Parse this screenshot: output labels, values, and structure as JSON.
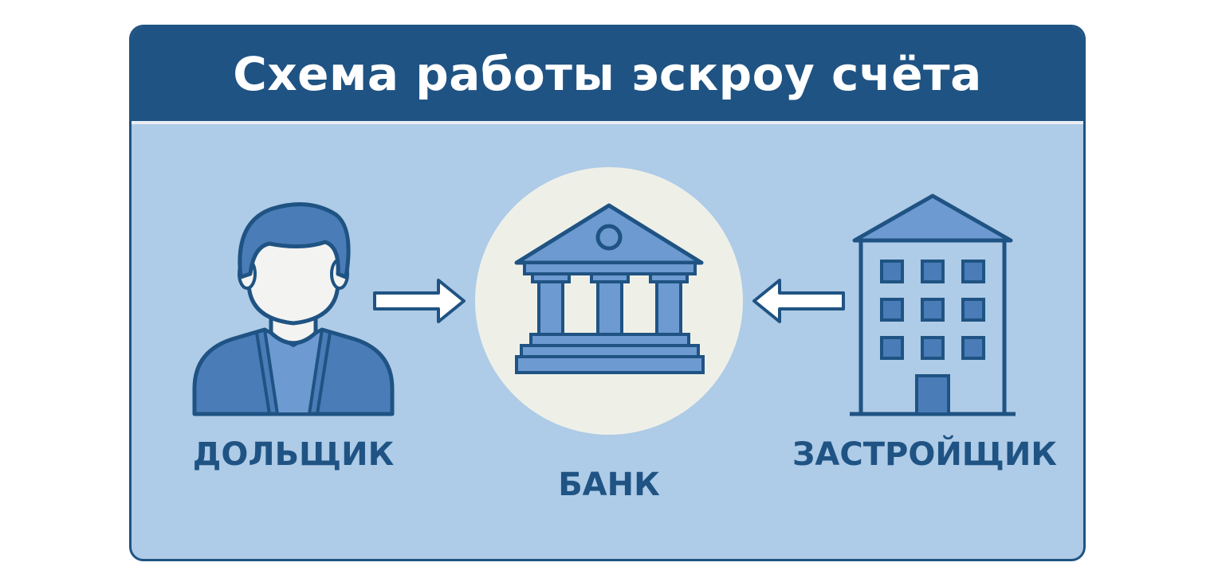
{
  "diagram": {
    "title": "Схема работы эскроу счёта",
    "nodes": [
      {
        "id": "shareholder",
        "label": "ДОЛЬЩИК",
        "icon": "person-icon"
      },
      {
        "id": "bank",
        "label": "БАНК",
        "icon": "bank-icon"
      },
      {
        "id": "developer",
        "label": "ЗАСТРОЙЩИК",
        "icon": "building-icon"
      }
    ],
    "edges": [
      {
        "from": "shareholder",
        "to": "bank",
        "icon": "arrow-right-icon"
      },
      {
        "from": "developer",
        "to": "bank",
        "icon": "arrow-left-icon"
      }
    ]
  },
  "colors": {
    "header_bg": "#1f5383",
    "panel_bg": "#aecbe7",
    "icon_fill": "#4a7cb8",
    "icon_fill_light": "#6d9ad0",
    "icon_stroke": "#1f5383",
    "bank_circle": "#eef0e8",
    "label_text": "#1f5383"
  }
}
